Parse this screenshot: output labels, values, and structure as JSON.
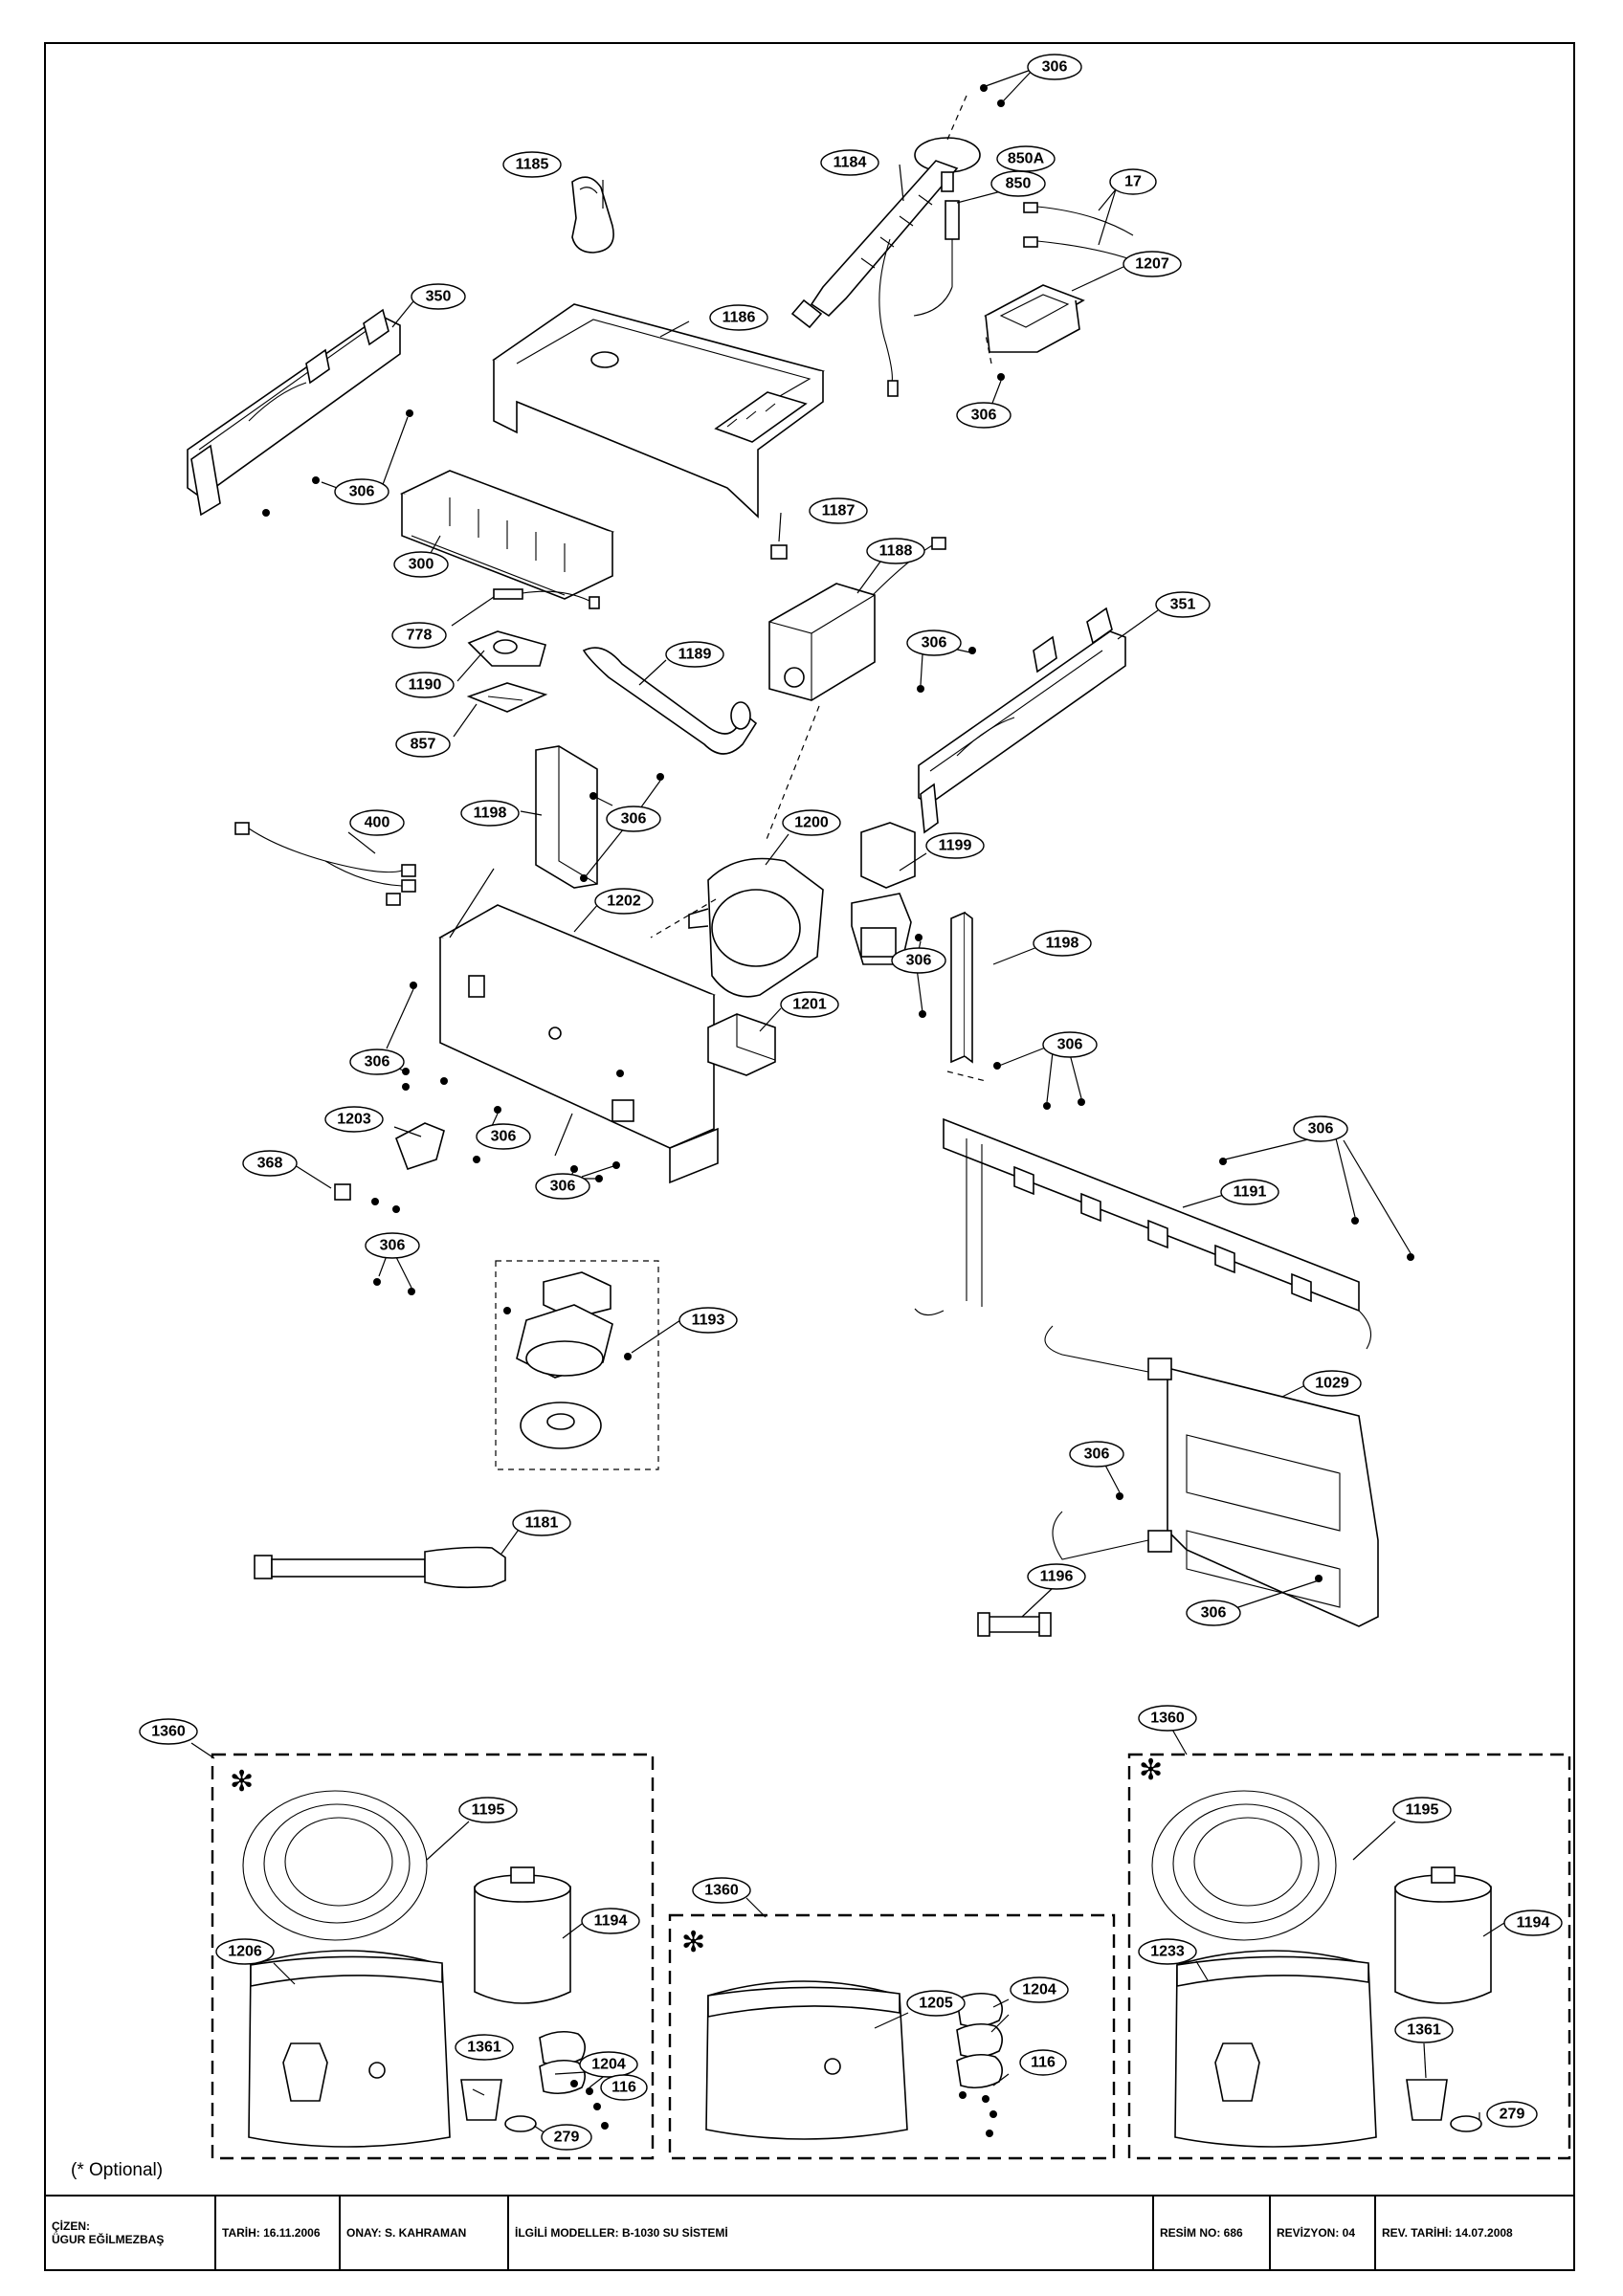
{
  "callouts": {
    "c306_top": "306",
    "c850A": "850A",
    "c850": "850",
    "c1184": "1184",
    "c17": "17",
    "c1185": "1185",
    "c1207": "1207",
    "c306_b1207": "306",
    "c350": "350",
    "c1186": "1186",
    "c306_300": "306",
    "c300": "300",
    "c1187": "1187",
    "c1188": "1188",
    "c778": "778",
    "c351": "351",
    "c306_351": "306",
    "c1190": "1190",
    "c1189": "1189",
    "c857": "857",
    "c1198_a": "1198",
    "c306_1198": "306",
    "c400": "400",
    "c1200": "1200",
    "c1199": "1199",
    "c1202": "1202",
    "c306_1199": "306",
    "c1198_b": "1198",
    "c1201": "1201",
    "c306_1202a": "306",
    "c1203": "1203",
    "c306_1202b": "306",
    "c368": "368",
    "c306_1202c": "306",
    "c306_368": "306",
    "c306_1191a": "306",
    "c306_1191b": "306",
    "c1191": "1191",
    "c1193": "1193",
    "c1029": "1029",
    "c306_1029a": "306",
    "c1181": "1181",
    "c1196": "1196",
    "c306_1029b": "306",
    "c1360_left": "1360",
    "c1195_left": "1195",
    "c1194_left": "1194",
    "c1206": "1206",
    "c1361_left": "1361",
    "c1204_left": "1204",
    "c116_left": "116",
    "c279_left": "279",
    "c1360_mid": "1360",
    "c1205": "1205",
    "c1204_mid": "1204",
    "c116_mid": "116",
    "c1360_right": "1360",
    "c1195_right": "1195",
    "c1194_right": "1194",
    "c1233": "1233",
    "c1361_right": "1361",
    "c279_right": "279"
  },
  "kit_marker": "✻",
  "optional_note": "(* Optional)",
  "title_block": {
    "drawn_label": "ÇİZEN:",
    "drawn_name": "ÜGUR EĞİLMEZBAŞ",
    "date": "TARİH: 16.11.2006",
    "approval": "ONAY: S. KAHRAMAN",
    "models": "İLGİLİ MODELLER:  B-1030 SU SİSTEMİ",
    "drawing_no": "RESİM NO: 686",
    "revision": "REVİZYON: 04",
    "rev_date": "REV. TARİHİ: 14.07.2008"
  }
}
